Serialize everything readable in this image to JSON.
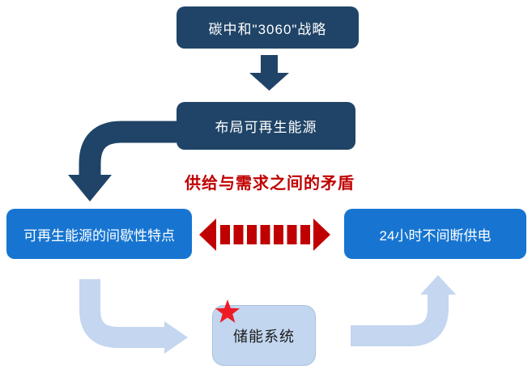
{
  "diagram": {
    "nodes": {
      "strategy": "碳中和\"3060\"战略",
      "renewable_layout": "布局可再生能源",
      "intermittency": "可再生能源的间歇性特点",
      "uninterrupted_supply": "24小时不间断供电",
      "energy_storage": "储能系统"
    },
    "conflict_heading": "供给与需求之间的矛盾",
    "icons": {
      "star": "★",
      "down_block_arrow": "⬇",
      "double_dashed_arrow": "⬌"
    },
    "colors": {
      "dark_navy": "#1f4467",
      "bright_blue": "#1775d1",
      "light_blue_box": "#c2d6ef",
      "pale_arrow": "#c4d6f0",
      "accent_red": "#c00000",
      "star_red": "#ed1c24"
    }
  }
}
